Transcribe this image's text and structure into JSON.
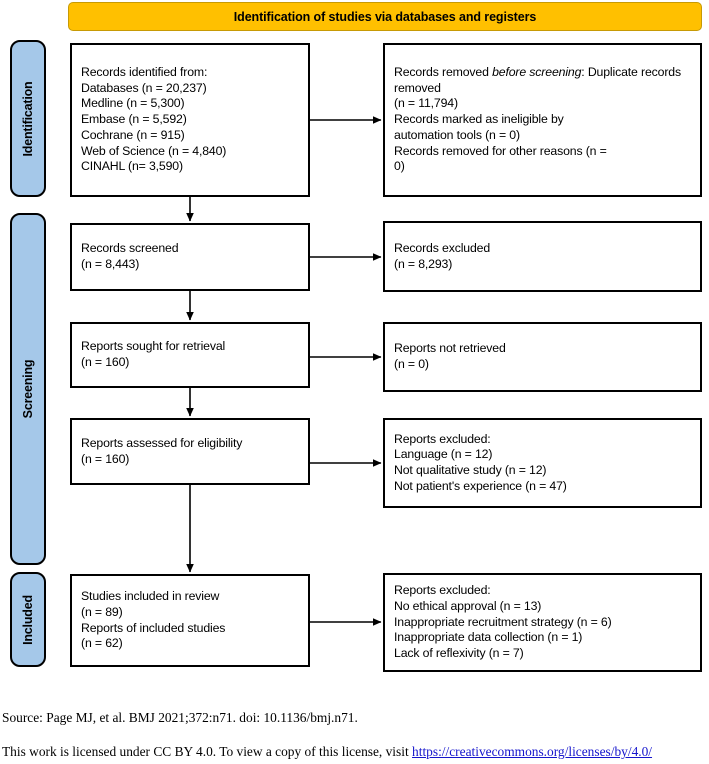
{
  "banner": {
    "title": "Identification of studies via databases and registers"
  },
  "stages": [
    {
      "id": "identification",
      "label": "Identification"
    },
    {
      "id": "screening",
      "label": "Screening"
    },
    {
      "id": "included",
      "label": "Included"
    }
  ],
  "boxes": {
    "identified": {
      "heading": "Records identified from:",
      "lines": [
        "Databases (n = 20,237)",
        "Medline (n = 5,300)",
        "Embase (n = 5,592)",
        "Cochrane (n = 915)",
        "Web of Science (n = 4,840)",
        "CINAHL (n= 3,590)"
      ],
      "text": "Records identified from:\n   Databases (n = 20,237)\n      Medline (n = 5,300)\n      Embase (n = 5,592)\n      Cochrane (n = 915)\n      Web of Science (n = 4,840)\n      CINAHL (n= 3,590)"
    },
    "removed": {
      "heading_prefix": "Records removed ",
      "heading_italic": "before screening",
      "heading_suffix": ":",
      "lines": [
        "Duplicate records removed",
        "(n = 11,794)",
        "Records marked as ineligible by",
        "automation tools (n = 0)",
        "Records removed for other reasons (n =",
        "0)"
      ],
      "text": "   Duplicate records removed\n(n = 11,794)\nRecords marked as ineligible by\nautomation tools (n = 0)\nRecords removed for other reasons (n =\n0)"
    },
    "screened": {
      "text": "Records screened\n(n = 8,443)"
    },
    "excluded_records": {
      "text": "Records excluded\n(n = 8,293)"
    },
    "sought": {
      "text": "Reports sought for retrieval\n(n = 160)"
    },
    "not_retrieved": {
      "text": "Reports not retrieved\n(n = 0)"
    },
    "assessed": {
      "text": "Reports assessed for eligibility\n(n = 160)"
    },
    "excluded_reports_1": {
      "text": "Reports excluded:\n    Language (n = 12)\n    Not qualitative study (n = 12)\n    Not patient's experience (n = 47)"
    },
    "included": {
      "text": "Studies included in review\n(n = 89)\nReports of included studies\n(n = 62)"
    },
    "excluded_reports_2": {
      "text": "Reports excluded:\n    No ethical approval (n = 13)\n    Inappropriate recruitment strategy (n = 6)\n    Inappropriate data collection (n = 1)\n    Lack of reflexivity (n = 7)"
    }
  },
  "flow_data": {
    "type": "prisma-flow",
    "identified_total": 20237,
    "sources": [
      {
        "name": "Medline",
        "n": 5300
      },
      {
        "name": "Embase",
        "n": 5592
      },
      {
        "name": "Cochrane",
        "n": 915
      },
      {
        "name": "Web of Science",
        "n": 4840
      },
      {
        "name": "CINAHL",
        "n": 3590
      }
    ],
    "duplicates_removed": 11794,
    "ineligible_automation": 0,
    "removed_other_reasons": 0,
    "records_screened": 8443,
    "records_excluded": 8293,
    "reports_sought": 160,
    "reports_not_retrieved": 0,
    "reports_assessed": 160,
    "reports_excluded_eligibility": [
      {
        "reason": "Language",
        "n": 12
      },
      {
        "reason": "Not qualitative study",
        "n": 12
      },
      {
        "reason": "Not patient's experience",
        "n": 47
      }
    ],
    "studies_included": 89,
    "reports_of_included_studies": 62,
    "reports_excluded_quality": [
      {
        "reason": "No ethical approval",
        "n": 13
      },
      {
        "reason": "Inappropriate recruitment strategy",
        "n": 6
      },
      {
        "reason": "Inappropriate data collection",
        "n": 1
      },
      {
        "reason": "Lack of reflexivity",
        "n": 7
      }
    ]
  },
  "footer": {
    "source": "Source: Page MJ, et al. BMJ 2021;372:n71. doi: 10.1136/bmj.n71.",
    "license_text": "This work is licensed under CC BY 4.0. To view a copy of this license, visit ",
    "license_link": "https://creativecommons.org/licenses/by/4.0/"
  },
  "colors": {
    "banner_fill": "#FFC000",
    "pill_fill": "#A5C8E9",
    "box_border": "#000000",
    "link": "#1414CC"
  }
}
